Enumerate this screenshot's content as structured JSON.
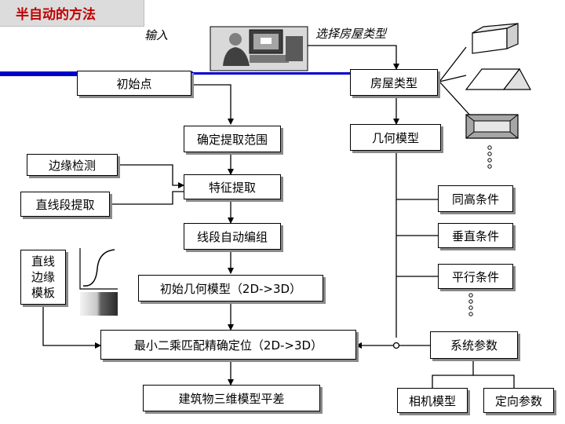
{
  "title": "半自动的方法",
  "labels": {
    "input": "输入",
    "select_house_type": "选择房屋类型"
  },
  "nodes": {
    "initial_point": "初始点",
    "house_type": "房屋类型",
    "determine_range": "确定提取范围",
    "geometric_model": "几何模型",
    "edge_detection": "边缘检测",
    "feature_extraction": "特征提取",
    "line_extraction": "直线段提取",
    "same_height": "同高条件",
    "auto_grouping": "线段自动编组",
    "perpendicular": "垂直条件",
    "line_edge_template": [
      "直线",
      "边缘",
      "模板"
    ],
    "initial_model": "初始几何模型（2D->3D）",
    "parallel": "平行条件",
    "least_squares": "最小二乘匹配精确定位（2D->3D）",
    "system_params": "系统参数",
    "adjustment": "建筑物三维模型平差",
    "camera_model": "相机模型",
    "orientation_params": "定向参数"
  },
  "colors": {
    "title": "#c00000",
    "accent_bar": "#0000cc"
  },
  "icons": [
    "computer-user-icon",
    "flat-roof-house-icon",
    "gable-roof-house-icon",
    "hip-roof-house-icon",
    "edge-profile-curve-icon",
    "edge-gradient-image-icon"
  ]
}
